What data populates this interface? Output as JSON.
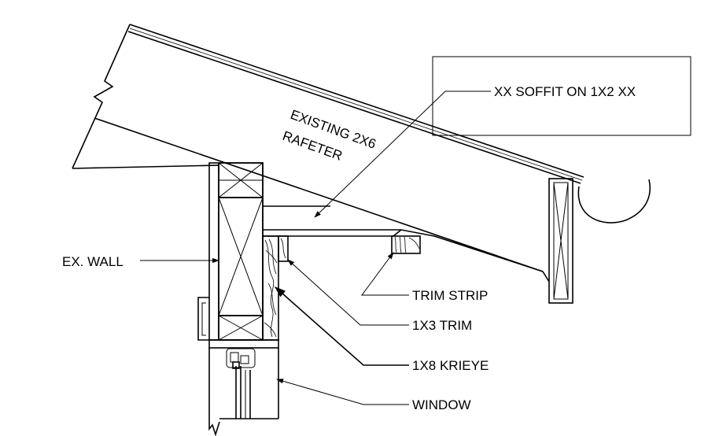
{
  "labels": {
    "soffit": "XX SOFFIT ON 1X2 XX",
    "rafter_line1": "EXISTING 2X6",
    "rafter_line2": "RAFETER",
    "ex_wall": "EX. WALL",
    "trim_strip": "TRIM STRIP",
    "trim_1x3": "1X3 TRIM",
    "krieye_1x8": "1X8 KRIEYE",
    "window": "WINDOW"
  }
}
